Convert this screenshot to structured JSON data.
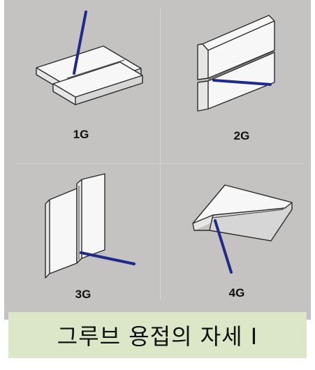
{
  "positions": [
    {
      "id": "1G",
      "label": "1G"
    },
    {
      "id": "2G",
      "label": "2G"
    },
    {
      "id": "3G",
      "label": "3G"
    },
    {
      "id": "4G",
      "label": "4G"
    }
  ],
  "caption": "그루브 용접의 자세 I",
  "colors": {
    "panel": "#c5c2c2",
    "caption_bg": "#dbe7c6",
    "rod": "#1e2a8c"
  }
}
